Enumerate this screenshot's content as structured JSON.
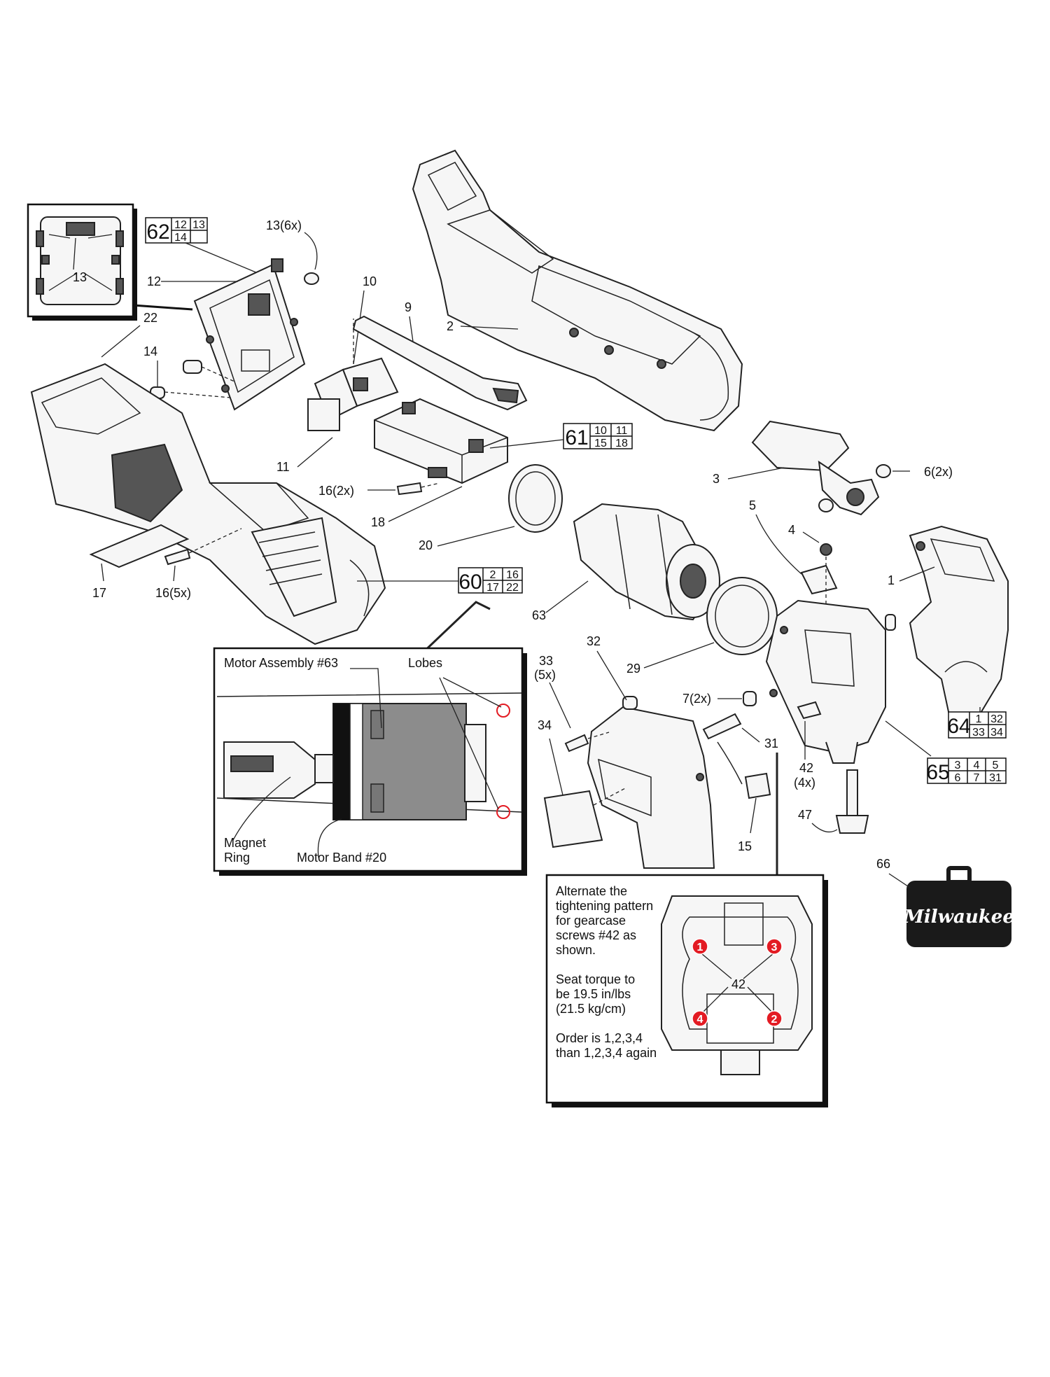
{
  "part_labels": {
    "p1": "1",
    "p2": "2",
    "p3": "3",
    "p4": "4",
    "p5": "5",
    "p6": "6(2x)",
    "p7": "7(2x)",
    "p9": "9",
    "p10": "10",
    "p11": "11",
    "p12": "12",
    "p13": "13(6x)",
    "p13_inset": "13",
    "p14": "14",
    "p15": "15",
    "p16a": "16(2x)",
    "p16b": "16(5x)",
    "p17": "17",
    "p18": "18",
    "p20": "20",
    "p22": "22",
    "p29": "29",
    "p31": "31",
    "p32": "32",
    "p33a": "33",
    "p33b": "(5x)",
    "p34": "34",
    "p42a": "42",
    "p42b": "(4x)",
    "p47": "47",
    "p63": "63",
    "p66": "66"
  },
  "kits": {
    "k60": {
      "num": "60",
      "cells": [
        "2",
        "16",
        "17",
        "22"
      ]
    },
    "k61": {
      "num": "61",
      "cells": [
        "10",
        "11",
        "15",
        "18"
      ]
    },
    "k62": {
      "num": "62",
      "cells": [
        "12",
        "13",
        "14",
        ""
      ]
    },
    "k64": {
      "num": "64",
      "cells": [
        "1",
        "32",
        "33",
        "34"
      ]
    },
    "k65": {
      "num": "65",
      "cells": [
        "3",
        "4",
        "5",
        "6",
        "7",
        "31"
      ]
    }
  },
  "motor_detail": {
    "motor_assembly": "Motor Assembly #63",
    "lobes": "Lobes",
    "magnet_ring_1": "Magnet",
    "magnet_ring_2": "Ring",
    "motor_band": "Motor Band #20"
  },
  "gearcase_note": {
    "lines": [
      "Alternate the",
      "tightening pattern",
      "for gearcase",
      "screws #42 as",
      "shown.",
      "",
      "Seat torque to",
      "be 19.5 in/lbs",
      "(21.5 kg/cm)",
      "",
      "Order is 1,2,3,4",
      "than 1,2,3,4 again"
    ],
    "screw_label": "42",
    "markers": [
      "1",
      "2",
      "3",
      "4"
    ],
    "marker_color": "#e31b23"
  },
  "brand": {
    "name": "Milwaukee",
    "case_color": "#1a1a1a"
  }
}
